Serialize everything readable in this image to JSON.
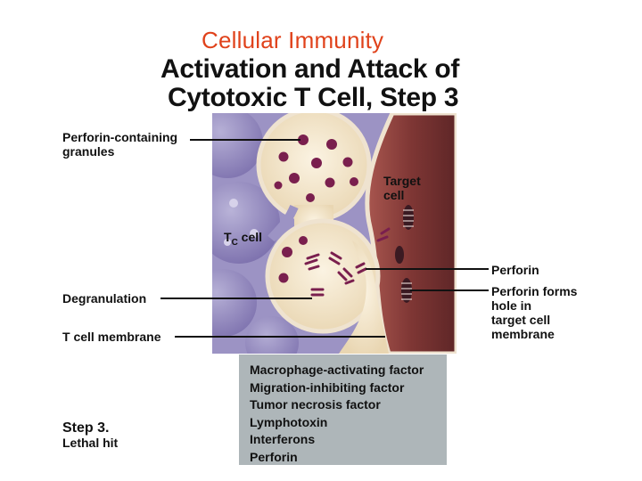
{
  "header": {
    "subtitle": "Cellular Immunity",
    "title_line1": "Activation and Attack of",
    "title_line2": "Cytotoxic T Cell, Step 3"
  },
  "labels": {
    "perforin_granules_line1": "Perforin-containing",
    "perforin_granules_line2": "granules",
    "target_cell_line1": "Target",
    "target_cell_line2": "cell",
    "tc_cell_main": "T",
    "tc_cell_sub": "C",
    "tc_cell_suffix": " cell",
    "degranulation": "Degranulation",
    "t_cell_membrane": "T cell membrane",
    "perforin": "Perforin",
    "perforin_hole_line1": "Perforin forms",
    "perforin_hole_line2": "hole in",
    "perforin_hole_line3": "target cell",
    "perforin_hole_line4": "membrane",
    "step_line1": "Step 3.",
    "step_line2": "Lethal hit"
  },
  "factors": [
    "Macrophage-activating factor",
    "Migration-inhibiting factor",
    "Tumor necrosis factor",
    "Lymphotoxin",
    "Interferons",
    "Perforin"
  ],
  "colors": {
    "title_accent": "#e0421b",
    "background_cells": "#8c82b8",
    "tc_cell_fill": "#f3e7cf",
    "target_cell_fill": "#8a3d3b",
    "granule": "#7a1f4e",
    "factor_box": "#aeb6b9"
  }
}
